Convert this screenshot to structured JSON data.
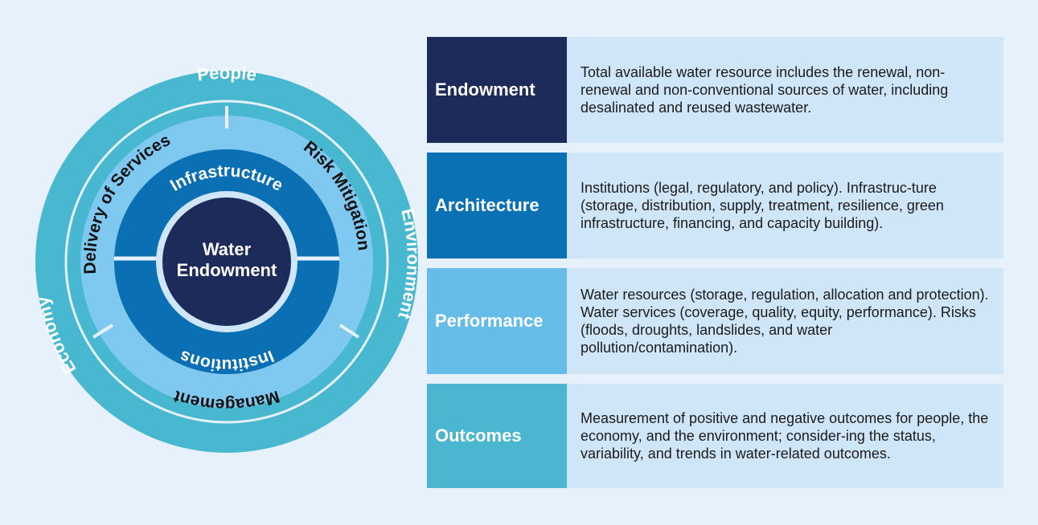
{
  "wheel": {
    "center": [
      "Water",
      "Endowment"
    ],
    "inner_ring": [
      "Infrastructure",
      "Institutions"
    ],
    "middle_ring": [
      "Delivery of Services",
      "Risk Mitigation",
      "Management"
    ],
    "outer_ring": [
      "People",
      "Environment",
      "Economy"
    ],
    "colors": {
      "outer": "#47b8d0",
      "middle": "#7fc8f0",
      "inner": "#0b6fb4",
      "center": "#1c2b5a",
      "separator": "#e6f1fb"
    }
  },
  "table": {
    "rows": [
      {
        "label": "Endowment",
        "description": "Total available water resource includes the renewal, non-renewal and non-conventional sources of water, including desalinated and reused wastewater."
      },
      {
        "label": "Architecture",
        "description": "Institutions (legal, regulatory, and policy). Infrastruc-ture (storage, distribution, supply, treatment, resilience, green infrastructure, financing, and capacity building)."
      },
      {
        "label": "Performance",
        "description": "Water resources (storage, regulation, allocation and protection). Water services (coverage, quality, equity, performance). Risks (floods, droughts, landslides, and water pollution/contamination)."
      },
      {
        "label": "Outcomes",
        "description": "Measurement of positive and negative outcomes for people, the economy, and the environment; consider-ing the status, variability, and trends in water-related outcomes."
      }
    ]
  }
}
